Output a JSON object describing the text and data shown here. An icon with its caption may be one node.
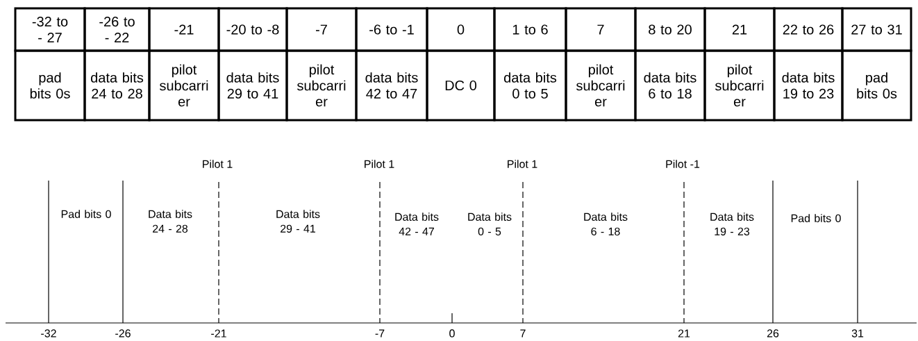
{
  "diagram": {
    "labels": [
      "-32 to - 27",
      "-26 to - 22",
      "-21",
      "-20 to -8",
      "-7",
      "-6 to -1",
      "0",
      "1 to 6",
      "7",
      "8 to 20",
      "21",
      "22 to 26",
      "27 to 31",
      "pad bits 0s",
      "data bits 24 to 28",
      "pilot subcarri er",
      "data bits 29 to 41",
      "pilot subcarri er",
      "data bits 42 to 47",
      "DC 0",
      "data bits 0 to 5",
      "pilot subcarri er",
      "data bits 6 to 18",
      "pilot subcarri er",
      "data bits 19 to 23",
      "pad bits 0s",
      "Pilot 1",
      "Pilot 1",
      "Pilot 1",
      "Pilot -1",
      "Pad bits 0",
      "Data bits 24 - 28",
      "Data bits 29 - 41",
      "Data bits 42 - 47",
      "Data bits 0 - 5",
      "Data bits 6 - 18",
      "Data bits 19 - 23",
      "Pad bits 0",
      "-32",
      "-26",
      "-21",
      "-7",
      "0",
      "7",
      "21",
      "26",
      "31"
    ]
  }
}
